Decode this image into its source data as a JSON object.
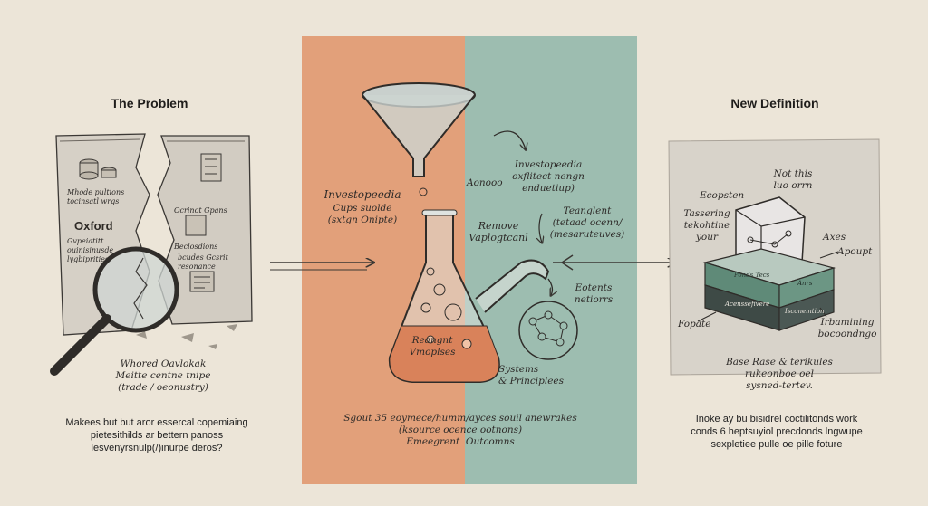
{
  "left": {
    "heading": "The Problem",
    "book_label": "Oxford",
    "book_text_1": "Mhode pultions\ntocinsatl wrgs",
    "book_text_2": "Gvpeiatitt\nouinisinusde\nlygbiprities",
    "book_text_3": "Ocrinot Gpans",
    "book_text_4": "Beclosdions",
    "book_text_5": "bcudes Gcsrit\nresonance",
    "magnifier_caption": "Whored Oavlokak\nMeitte centne tnipe\n(trade / oeonustry)",
    "bottom_caption": "Makees but but aror essercal copemiaing\npietesithilds ar bettern panoss\nlesvenyrsnulp(/)inurpe deros?"
  },
  "center": {
    "left_label": "Investopeedia",
    "left_sub": "Cups suolde\n(sxtgn Onipte)",
    "remove_label": "Remove\nVaplogtcanl",
    "flask_label": "Reangnt\nVmoplses",
    "systems_label": "Systems\n& Principlees",
    "right_label_1": "Investopeedia\noxflitect nengn\nenduetiup)",
    "aonooo": "Aonooo",
    "teanglent": "Teanglent\n(tetaad ocenn/\n(mesaruteuves)",
    "eotents": "Eotents\nnetiorrs",
    "bottom_text": "Sgout 35 eoymece/humm/ayces souil anewrakes\n(ksource ocence ootnons)\nEmeegrent  Outcomns"
  },
  "right": {
    "heading": "New Definition",
    "not_this": "Not this\nluo orrn",
    "ecopsten": "Ecopsten",
    "tassering": "Tassering\ntekohtine\nyour",
    "axes": "Axes",
    "apoupt": "Apoupt",
    "layer_top": "Ponds Tecs",
    "layer_top_right": "Anrs",
    "layer_mid": "Acenssefivere",
    "layer_mid_right": "Isconemtion",
    "fopate": "Fopate",
    "irbamining": "Irbamining\nbocoondngo",
    "base_caption": "Base Rase & terikules\nrukeonboe oel\nsysned-tertev.",
    "bottom_caption": "Inoke ay bu bisidrel coctilitonds work\nconds 6 heptsuyiol precdonds lngwupe\nsexpletiee pulle oe pille foture"
  },
  "colors": {
    "band_left": "#e2a07a",
    "band_right": "#9dbdb0",
    "liquid": "#d9825a",
    "layer_green": "#5f8a78",
    "layer_dark": "#3e4a46"
  }
}
